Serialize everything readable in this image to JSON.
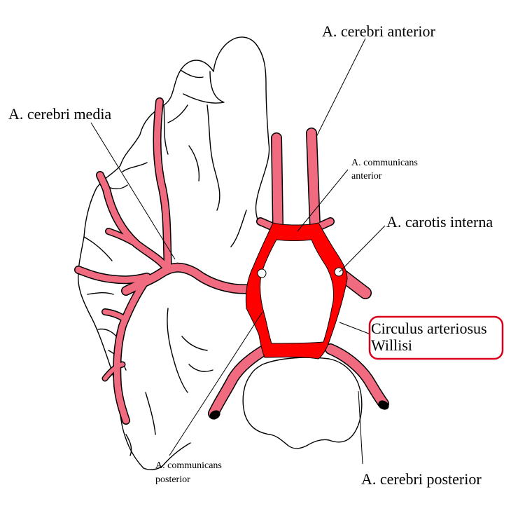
{
  "labels": {
    "anterior": "A. cerebri anterior",
    "media": "A. cerebri media",
    "comm_anterior_line1": "A. communicans",
    "comm_anterior_line2": "anterior",
    "carotis": "A. carotis interna",
    "circulus_line1": "Circulus arteriosus",
    "circulus_line2": "Willisi",
    "comm_posterior_line1": "A. communicans",
    "comm_posterior_line2": "posterior",
    "posterior": "A. cerebri posterior"
  },
  "colors": {
    "artery_pink": "#f06a80",
    "circle_red": "#ff0000",
    "outline": "#000000",
    "callout_border": "#d9001a"
  }
}
